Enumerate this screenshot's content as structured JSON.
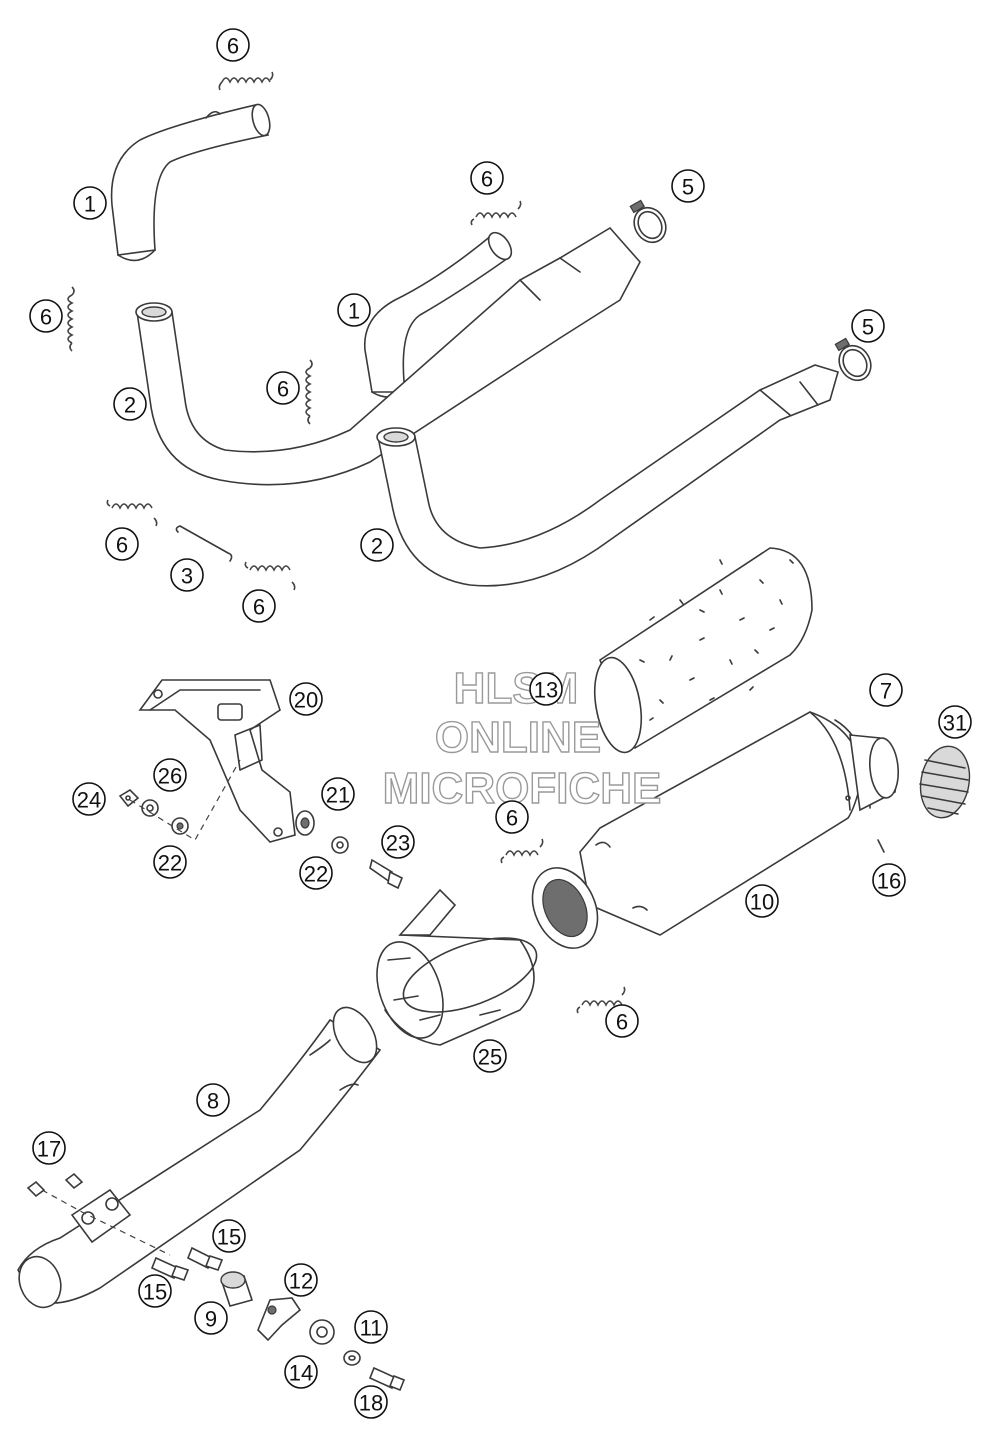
{
  "watermark": {
    "line1": "HLSM",
    "line2": "ONLINE",
    "line3": "MICROFICHE"
  },
  "callouts": [
    {
      "id": "c1a",
      "label": "1"
    },
    {
      "id": "c1b",
      "label": "1"
    },
    {
      "id": "c2a",
      "label": "2"
    },
    {
      "id": "c2b",
      "label": "2"
    },
    {
      "id": "c3",
      "label": "3"
    },
    {
      "id": "c5a",
      "label": "5"
    },
    {
      "id": "c5b",
      "label": "5"
    },
    {
      "id": "c6a",
      "label": "6"
    },
    {
      "id": "c6b",
      "label": "6"
    },
    {
      "id": "c6c",
      "label": "6"
    },
    {
      "id": "c6d",
      "label": "6"
    },
    {
      "id": "c6e",
      "label": "6"
    },
    {
      "id": "c6f",
      "label": "6"
    },
    {
      "id": "c6g",
      "label": "6"
    },
    {
      "id": "c6h",
      "label": "6"
    },
    {
      "id": "c7",
      "label": "7"
    },
    {
      "id": "c8",
      "label": "8"
    },
    {
      "id": "c9",
      "label": "9"
    },
    {
      "id": "c10",
      "label": "10"
    },
    {
      "id": "c11",
      "label": "11"
    },
    {
      "id": "c12",
      "label": "12"
    },
    {
      "id": "c13",
      "label": "13"
    },
    {
      "id": "c14",
      "label": "14"
    },
    {
      "id": "c15a",
      "label": "15"
    },
    {
      "id": "c15b",
      "label": "15"
    },
    {
      "id": "c16",
      "label": "16"
    },
    {
      "id": "c17",
      "label": "17"
    },
    {
      "id": "c18",
      "label": "18"
    },
    {
      "id": "c20",
      "label": "20"
    },
    {
      "id": "c21",
      "label": "21"
    },
    {
      "id": "c22a",
      "label": "22"
    },
    {
      "id": "c22b",
      "label": "22"
    },
    {
      "id": "c23",
      "label": "23"
    },
    {
      "id": "c24",
      "label": "24"
    },
    {
      "id": "c25",
      "label": "25"
    },
    {
      "id": "c26",
      "label": "26"
    },
    {
      "id": "c31",
      "label": "31"
    }
  ]
}
